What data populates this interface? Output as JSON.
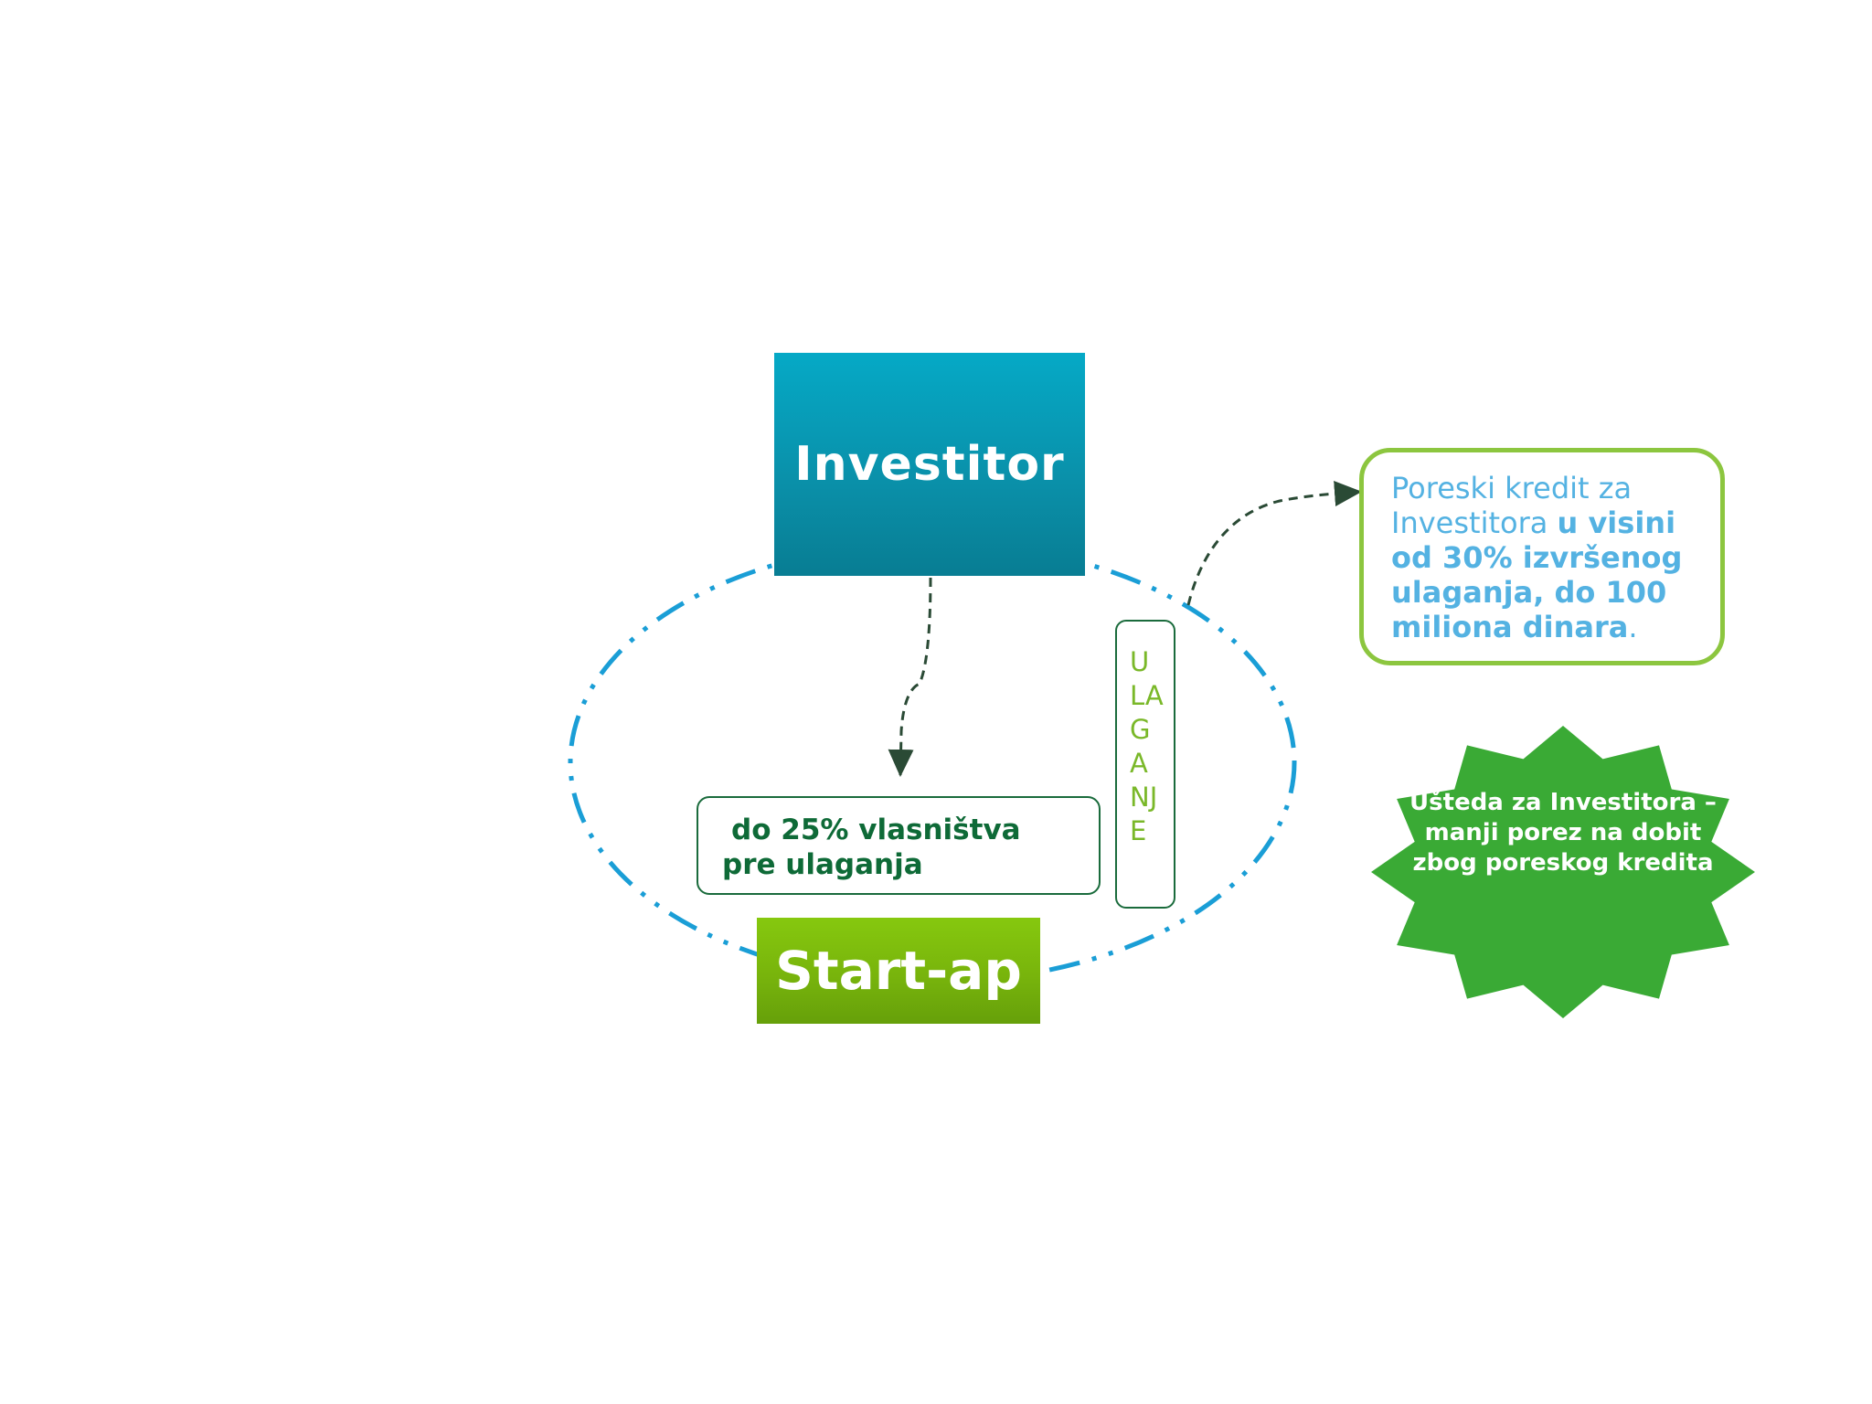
{
  "diagram": {
    "investor": {
      "label": "Investitor"
    },
    "startup": {
      "label": "Start-ap"
    },
    "ownership": {
      "line1": "do 25% vlasništva",
      "line2": "pre ulaganja"
    },
    "investment": {
      "label": "U\nLA\nG\nA\nNJ\nE"
    },
    "tax_credit": {
      "text_plain_1": "Poreski kredit za Investitora ",
      "text_bold": "u visini od 30% izvršenog ulaganja, do 100 miliona dinara",
      "text_plain_2": "."
    },
    "savings": {
      "text": "Ušteda za Investitora – manji porez na dobit zbog poreskog kredita"
    }
  },
  "colors": {
    "investor_fill": "#0a97b2",
    "startup_fill": "#78b40c",
    "ellipse_stroke": "#1a9ed6",
    "box_border": "#1a6b3c",
    "tax_text": "#54b2e2",
    "tax_border": "#8cc63f",
    "savings_fill": "#3aaa35",
    "arrow": "#2a4a35"
  }
}
